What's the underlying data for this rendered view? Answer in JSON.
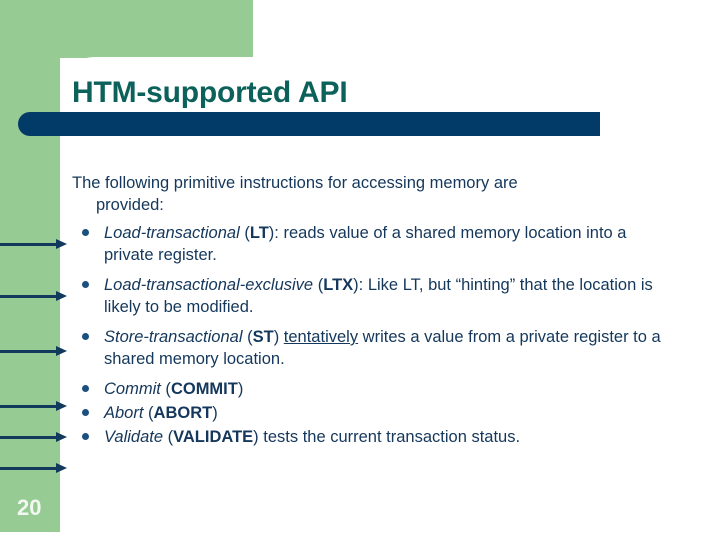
{
  "slide": {
    "title": "HTM-supported API",
    "number": "20",
    "colors": {
      "green": "#96CC93",
      "navy_bar": "#023A68",
      "title_text": "#0C625A",
      "body_text": "#14375B",
      "bullet_dot": "#1B4F7E",
      "arrow": "#113A5C",
      "slide_number_text": "#F2F7F1"
    }
  },
  "body": {
    "lead": {
      "line1": "The following primitive instructions for accessing memory are",
      "line2": "provided:"
    },
    "bullets": [
      {
        "term": "Load-transactional",
        "open_paren": " (",
        "code": "LT",
        "close_paren": "): ",
        "rest": "reads value of a shared memory location into a private register.",
        "underlined": ""
      },
      {
        "term": "Load-transactional-exclusive",
        "open_paren": " (",
        "code": "LTX",
        "close_paren": "): ",
        "rest": "Like LT, but “hinting” that the location is likely to be modified.",
        "underlined": ""
      },
      {
        "term": "Store-transactional",
        "open_paren": " (",
        "code": "ST",
        "close_paren": ") ",
        "underlined": "tentatively",
        "rest": " writes a value from a private register to a shared memory location."
      },
      {
        "term": "Commit",
        "open_paren": " (",
        "code": "COMMIT",
        "close_paren": ")",
        "rest": "",
        "underlined": ""
      },
      {
        "term": "Abort",
        "open_paren": " (",
        "code": "ABORT",
        "close_paren": ")",
        "rest": "",
        "underlined": ""
      },
      {
        "term": "Validate",
        "open_paren": " (",
        "code": "VALIDATE",
        "close_paren": ") ",
        "rest": "tests the current transaction status.",
        "underlined": ""
      }
    ]
  }
}
